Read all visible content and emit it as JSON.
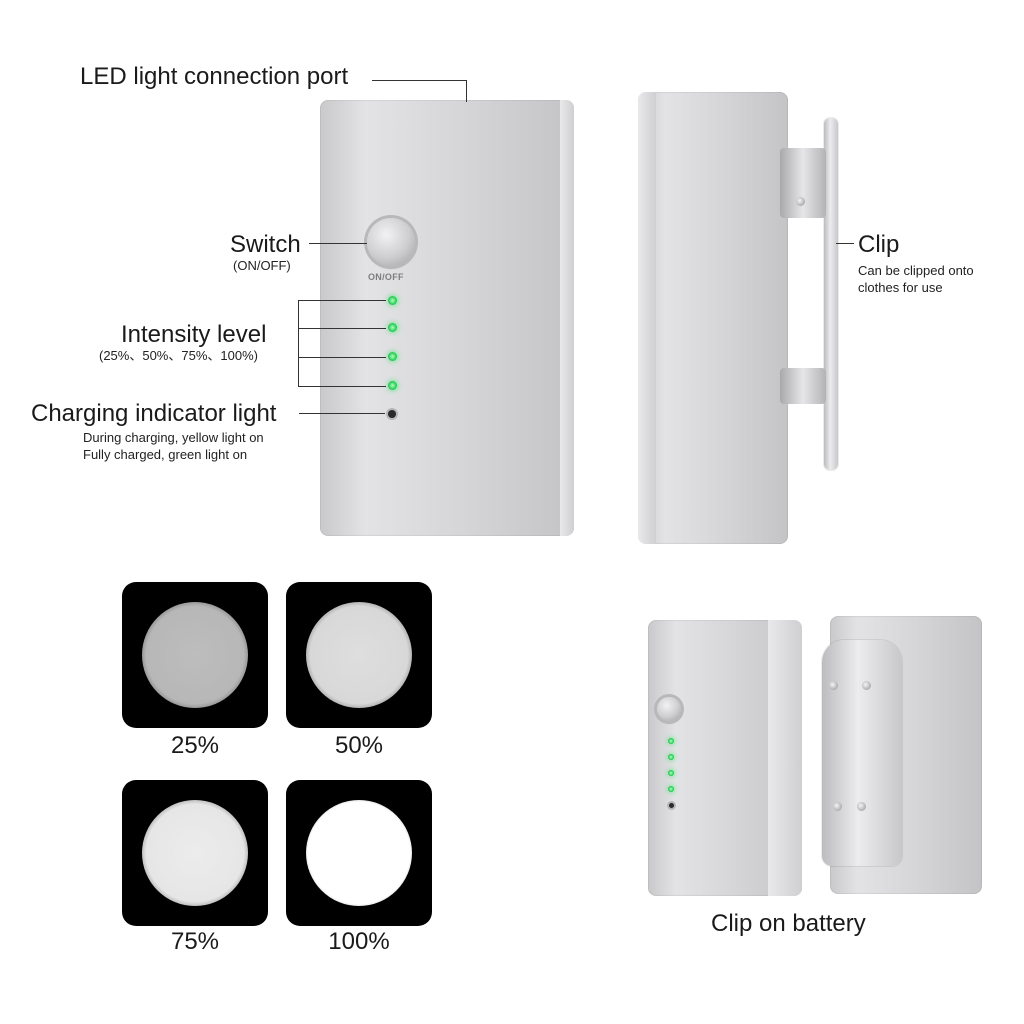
{
  "labels": {
    "led_port": "LED light connection port",
    "switch": "Switch",
    "switch_sub": "(ON/OFF)",
    "intensity": "Intensity level",
    "intensity_sub": "(25%、50%、75%、100%)",
    "charging": "Charging indicator light",
    "charging_sub1": "During charging, yellow light on",
    "charging_sub2": "Fully charged, green light on",
    "clip": "Clip",
    "clip_sub1": "Can be clipped onto",
    "clip_sub2": "clothes for use",
    "button_text": "ON/OFF",
    "clip_on_battery": "Clip on battery"
  },
  "intensity_levels": [
    {
      "label": "25%",
      "brightness": 0.25,
      "color": "#b9b9b9"
    },
    {
      "label": "50%",
      "brightness": 0.5,
      "color": "#dcdcdc"
    },
    {
      "label": "75%",
      "brightness": 0.75,
      "color": "#e8e8e8"
    },
    {
      "label": "100%",
      "brightness": 1.0,
      "color": "#ffffff"
    }
  ],
  "colors": {
    "led_green": "#2ed35c",
    "metal": "#d6d6d8",
    "tile_bg": "#000000"
  }
}
